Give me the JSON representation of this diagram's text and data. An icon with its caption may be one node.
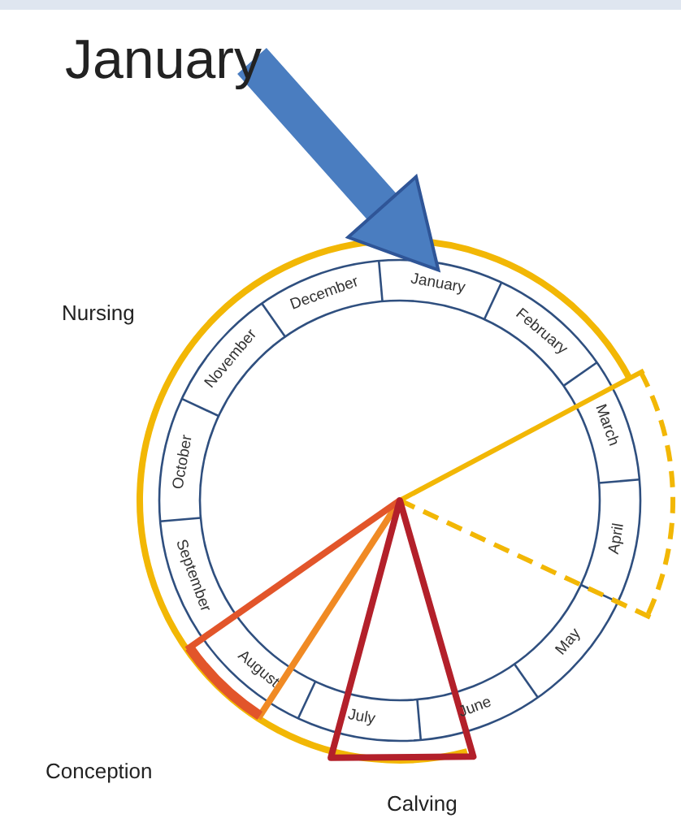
{
  "diagram": {
    "nodes": [
      {
        "text": [
          "January"
        ]
      },
      {
        "text": [
          "January"
        ]
      }
    ],
    "edges": [
      {
        "from": 0,
        "to": 1,
        "arrow": "to"
      }
    ],
    "labels": [
      "December",
      "November",
      "October",
      "September",
      "August",
      "July",
      "June",
      "May",
      "April",
      "March",
      "February",
      "Nursing",
      "Conception",
      "Calving"
    ]
  }
}
